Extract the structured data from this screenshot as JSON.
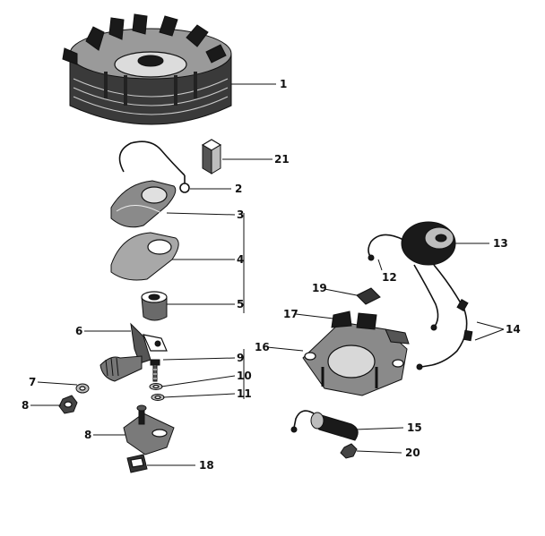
{
  "diagram": {
    "callouts": [
      "1",
      "2",
      "3",
      "4",
      "5",
      "6",
      "7",
      "8",
      "9",
      "10",
      "11",
      "8",
      "18",
      "21",
      "13",
      "12",
      "14",
      "19",
      "17",
      "16",
      "15",
      "20"
    ]
  }
}
